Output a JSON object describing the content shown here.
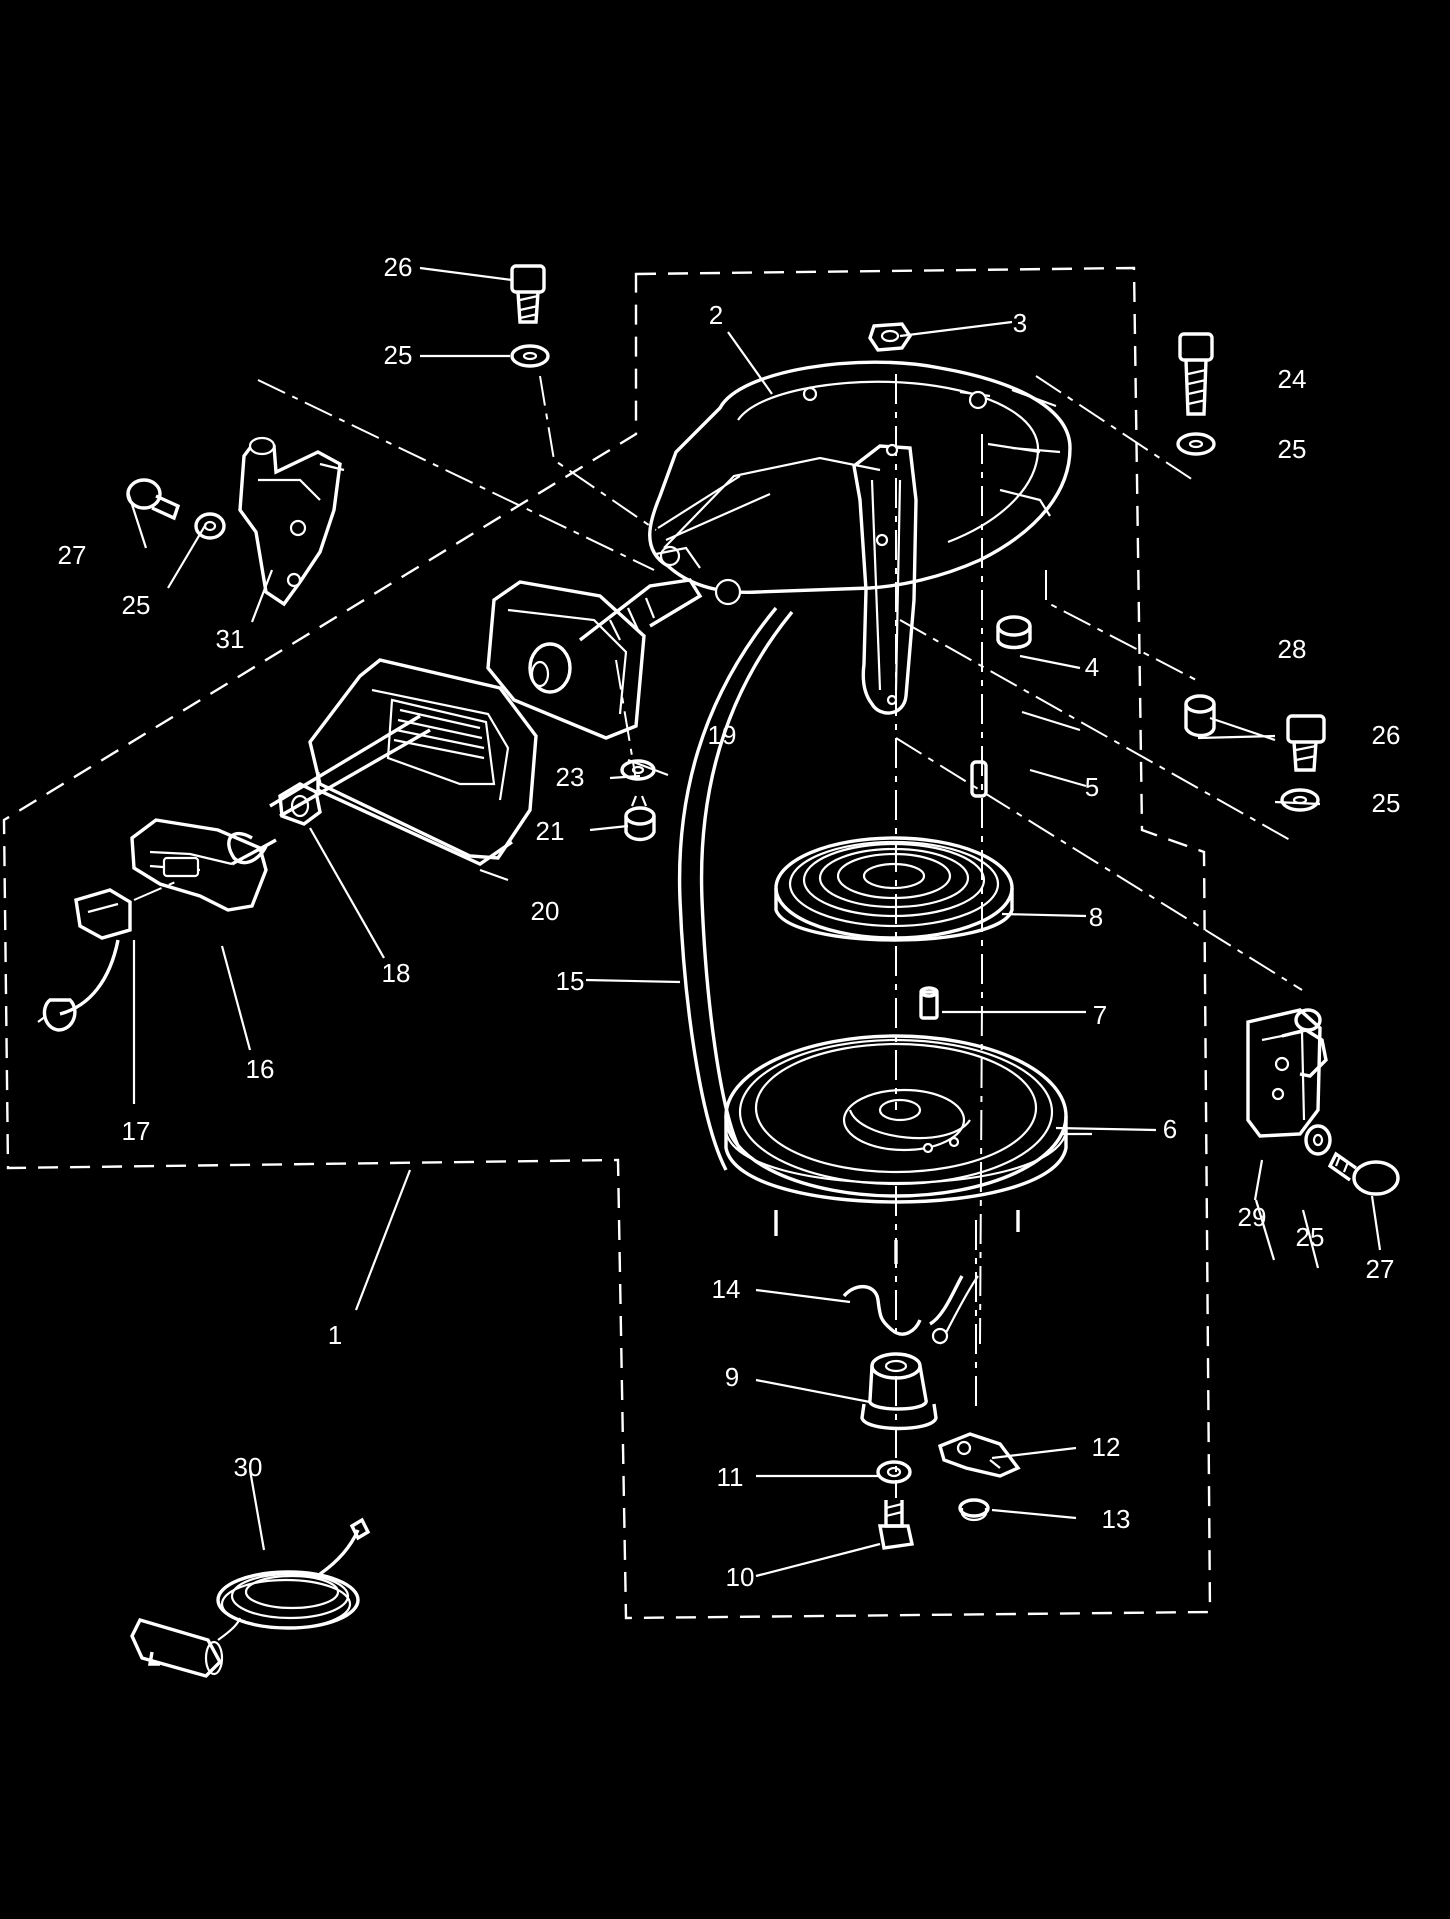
{
  "diagram": {
    "background_color": "#000000",
    "line_color": "#ffffff",
    "part_numbers": [
      "1",
      "2",
      "3",
      "4",
      "5",
      "6",
      "7",
      "8",
      "9",
      "10",
      "11",
      "12",
      "13",
      "14",
      "15",
      "16",
      "17",
      "18",
      "19",
      "20",
      "21",
      "23",
      "24",
      "25",
      "26",
      "27",
      "28",
      "29",
      "30",
      "31"
    ]
  }
}
